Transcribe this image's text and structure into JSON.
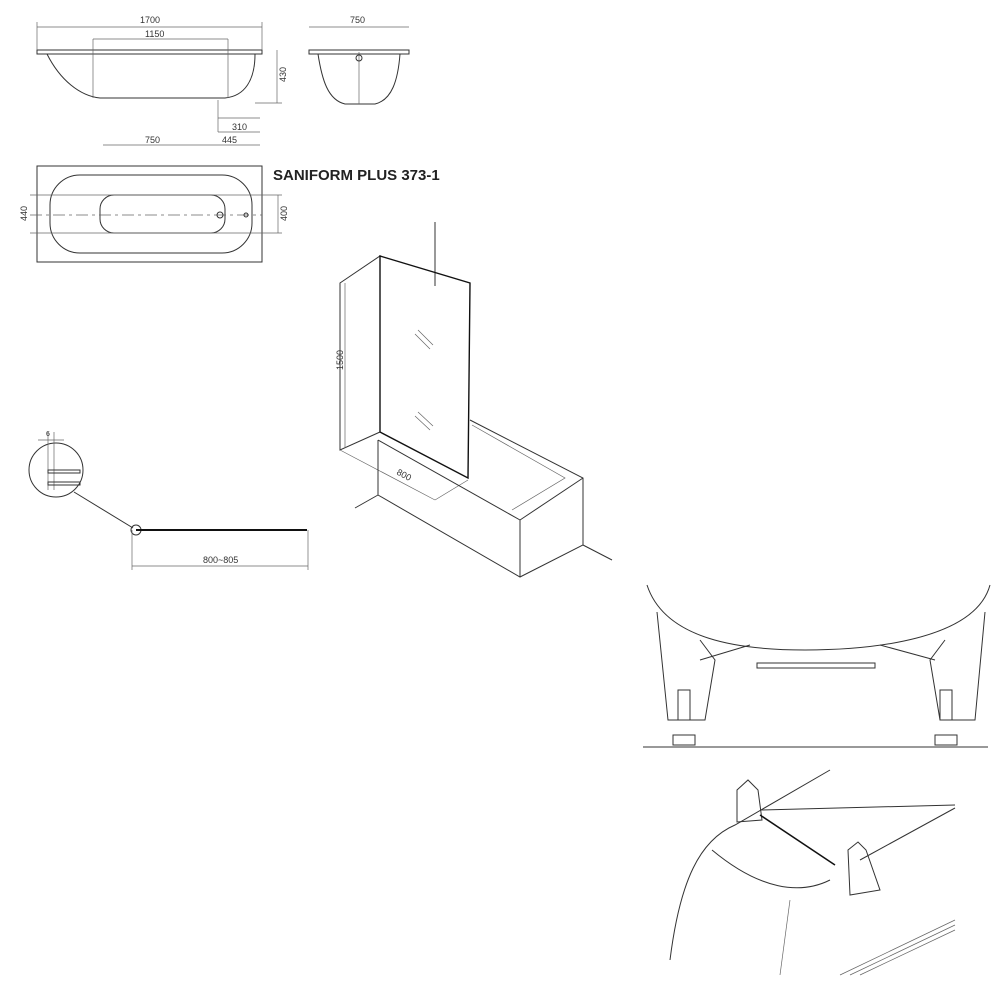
{
  "title": "SANIFORM PLUS   373-1",
  "side_view": {
    "length": "1700",
    "inner_length": "1150",
    "height": "430",
    "drain_offset": "310",
    "dim_750": "750",
    "dim_445": "445"
  },
  "end_view": {
    "width": "750"
  },
  "plan_view": {
    "width_outer": "440",
    "width_inner": "400"
  },
  "screen": {
    "height": "1500",
    "width": "800"
  },
  "profile": {
    "gap": "6",
    "span": "800~805"
  }
}
